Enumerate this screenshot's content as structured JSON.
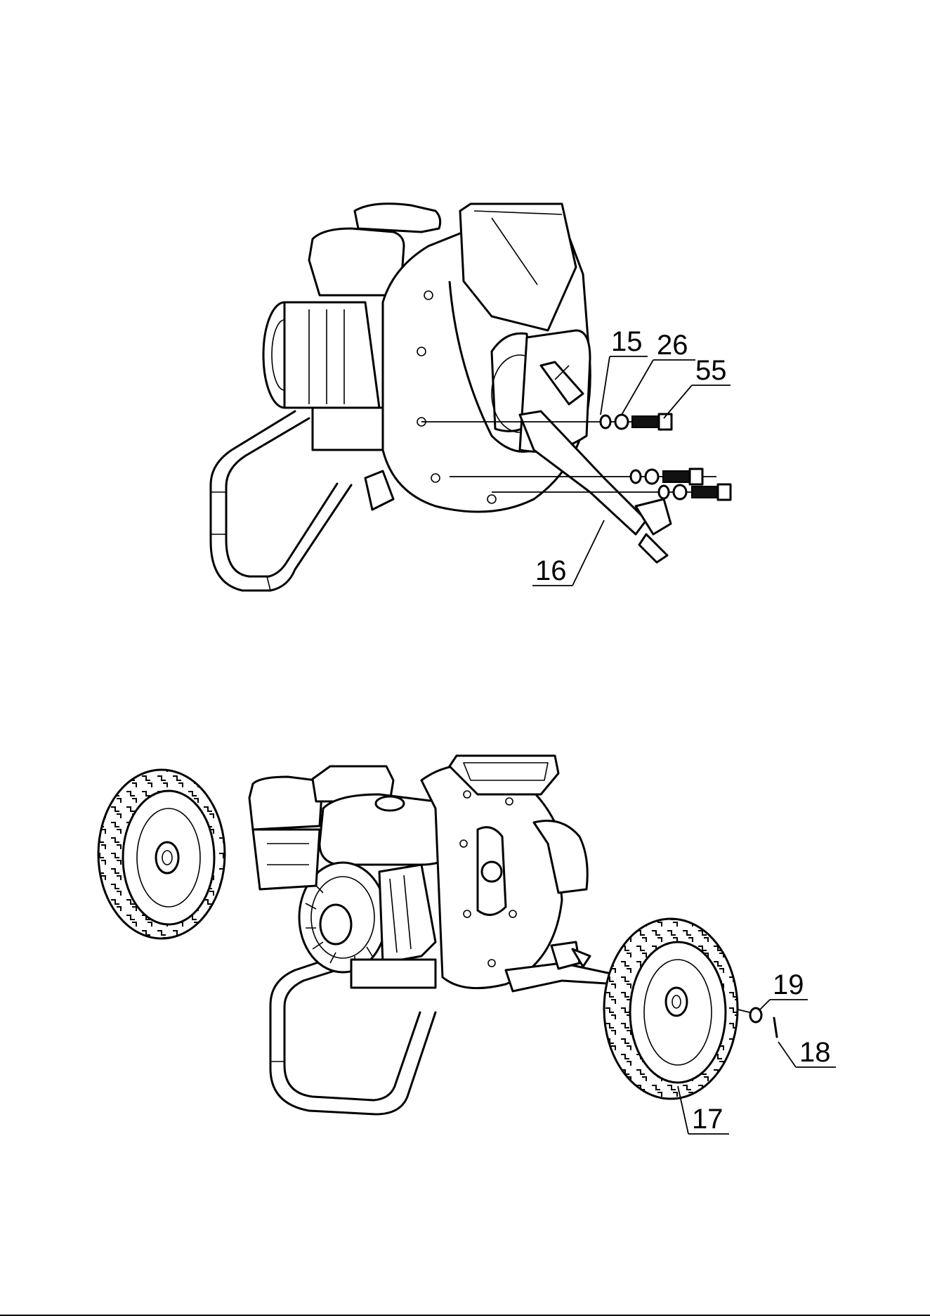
{
  "figure_top": {
    "callouts": [
      {
        "id": "c15",
        "label": "15"
      },
      {
        "id": "c26",
        "label": "26"
      },
      {
        "id": "c55",
        "label": "55"
      },
      {
        "id": "c16",
        "label": "16"
      }
    ]
  },
  "figure_bottom": {
    "callouts": [
      {
        "id": "c19",
        "label": "19"
      },
      {
        "id": "c18",
        "label": "18"
      },
      {
        "id": "c17",
        "label": "17"
      }
    ]
  }
}
